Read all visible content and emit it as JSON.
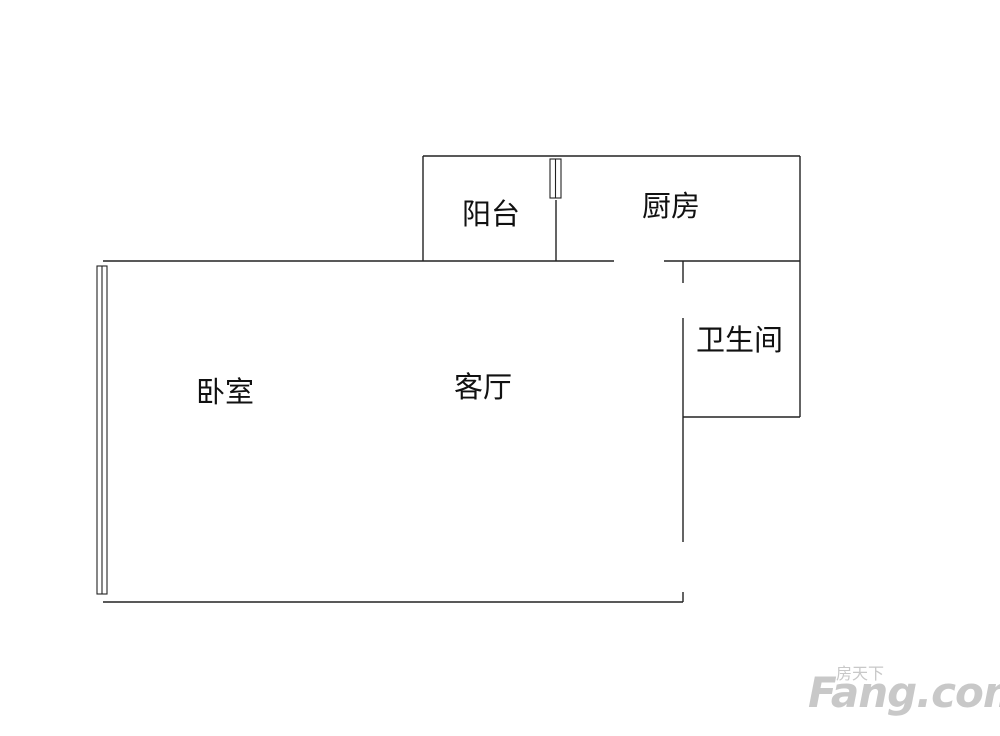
{
  "rooms": {
    "bedroom": "卧室",
    "living_room": "客厅",
    "balcony": "阳台",
    "kitchen": "厨房",
    "bathroom": "卫生间"
  },
  "watermark": {
    "cn": "房天下",
    "en": "Fang.com"
  }
}
